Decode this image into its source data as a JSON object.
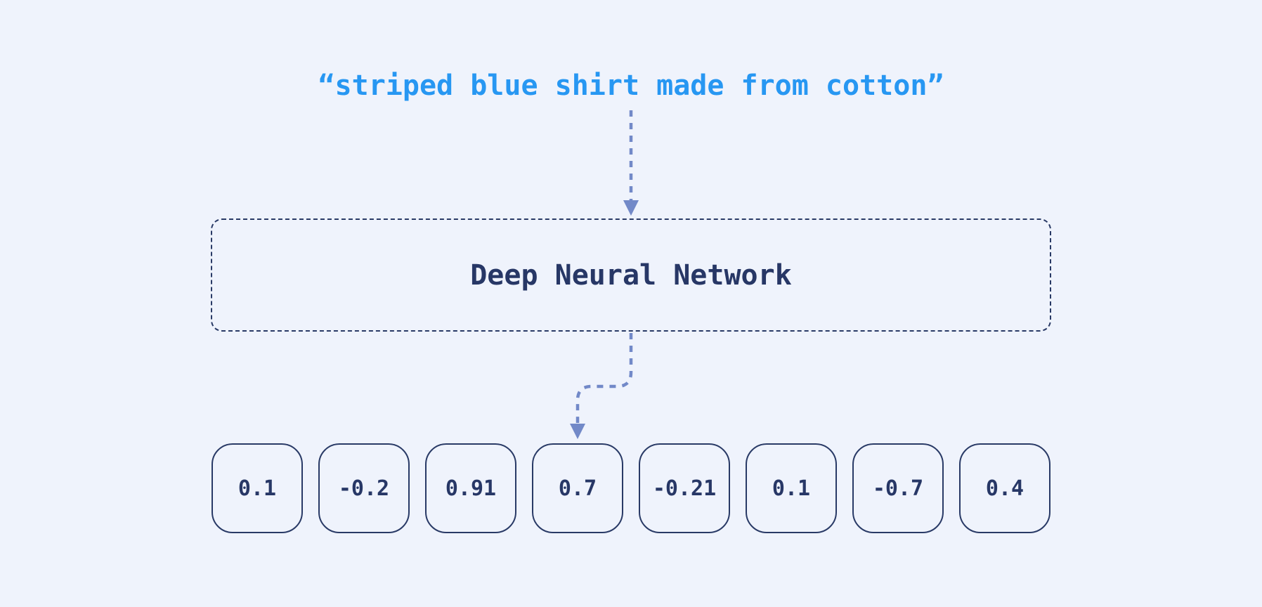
{
  "diagram": {
    "input_quote": "“striped blue shirt made from cotton”",
    "network_label": "Deep Neural Network",
    "vector": {
      "values": [
        "0.1",
        "-0.2",
        "0.91",
        "0.7",
        "-0.21",
        "0.1",
        "-0.7",
        "0.4"
      ],
      "arrow_points_to_index": 3
    },
    "colors": {
      "background": "#eff3fc",
      "quote_text": "#2797f2",
      "navy_outline": "#293a66",
      "navy_text": "#273766",
      "arrow": "#7289c8"
    },
    "icons": {
      "input_arrow": "arrow-down-icon",
      "output_arrow": "arrow-elbow-down-icon"
    }
  }
}
